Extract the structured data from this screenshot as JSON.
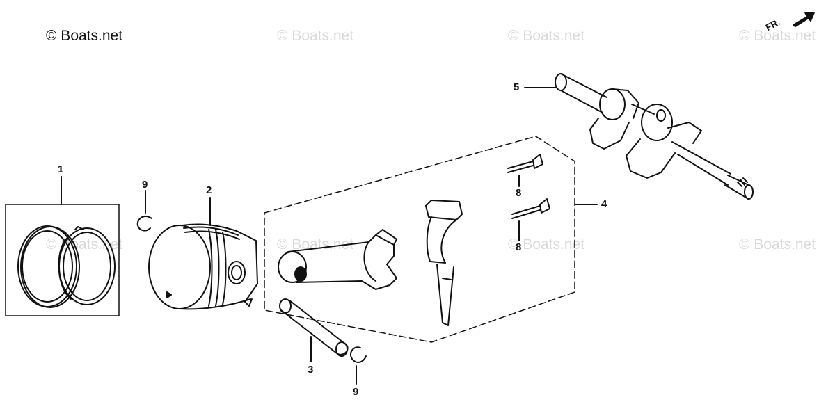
{
  "copyright": "© Boats.net",
  "watermark": "© Boats.net",
  "front_marker": "FR.",
  "callouts": {
    "piston_ring_set": "1",
    "piston": "2",
    "piston_pin": "3",
    "connecting_rod_assembly": "4",
    "crankshaft": "5",
    "rod_bolt_upper": "8",
    "rod_bolt_lower": "8",
    "pin_clip_upper": "9",
    "pin_clip_lower": "9"
  }
}
